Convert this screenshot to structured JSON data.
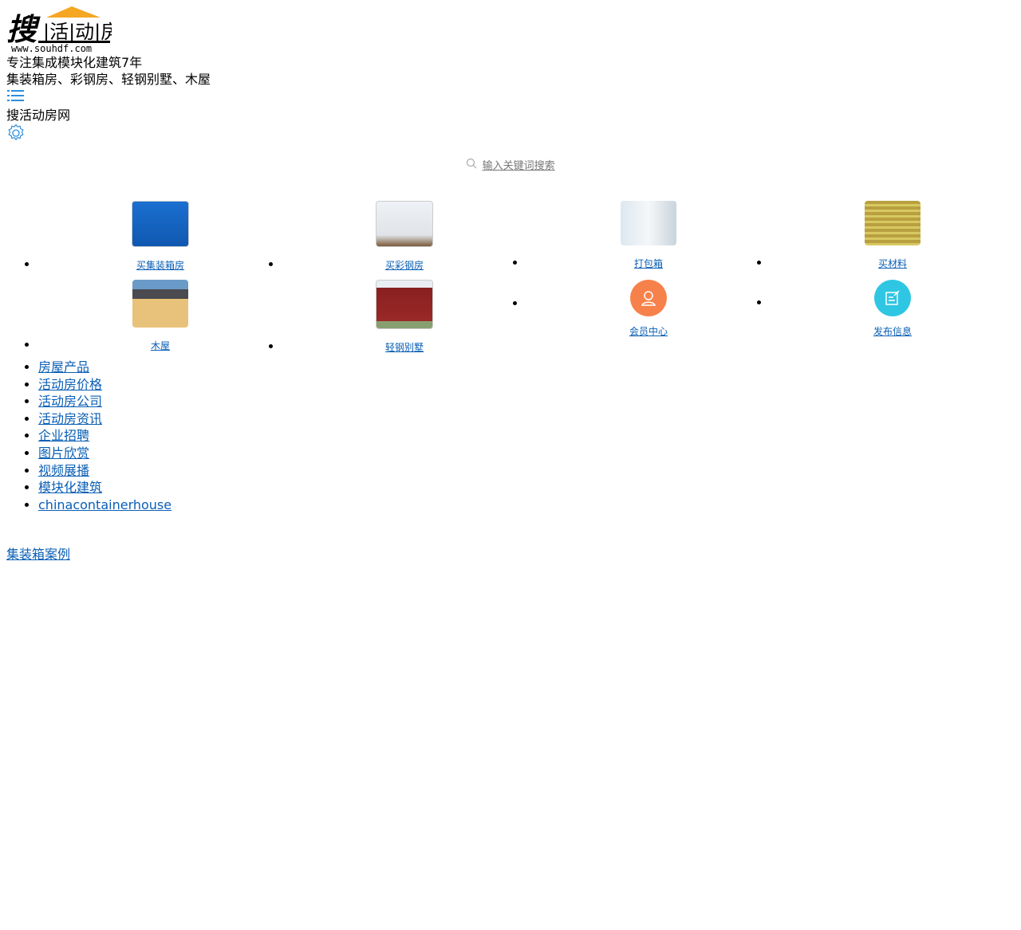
{
  "header": {
    "logo_text": "搜活动房",
    "logo_url_text": "www.souhdf.com",
    "slogan": "专注集成模块化建筑7年",
    "products_line": "集装箱房、彩钢房、轻钢别墅、木屋",
    "site_name": "搜活动房网"
  },
  "search": {
    "placeholder": "输入关键词搜索"
  },
  "grid": [
    {
      "label": "买集装箱房",
      "icon": "container-house-image"
    },
    {
      "label": "买彩钢房",
      "icon": "steel-house-image"
    },
    {
      "label": "打包箱",
      "icon": "packed-container-image"
    },
    {
      "label": "买材料",
      "icon": "materials-image"
    },
    {
      "label": "木屋",
      "icon": "wooden-house-image"
    },
    {
      "label": "轻钢别墅",
      "icon": "villa-image"
    },
    {
      "label": "会员中心",
      "icon": "user-icon"
    },
    {
      "label": "发布信息",
      "icon": "edit-icon"
    }
  ],
  "nav": [
    "房屋产品",
    "活动房价格",
    "活动房公司",
    "活动房资讯",
    "企业招聘",
    "图片欣赏",
    "视频展播",
    "模块化建筑",
    "chinacontainerhouse"
  ],
  "case_link": "集装箱案例",
  "colors": {
    "link": "#0b5fb5",
    "accent": "#2a8ee0",
    "orange": "#f7814b",
    "cyan": "#2ec6e3",
    "roof": "#f5a623"
  }
}
